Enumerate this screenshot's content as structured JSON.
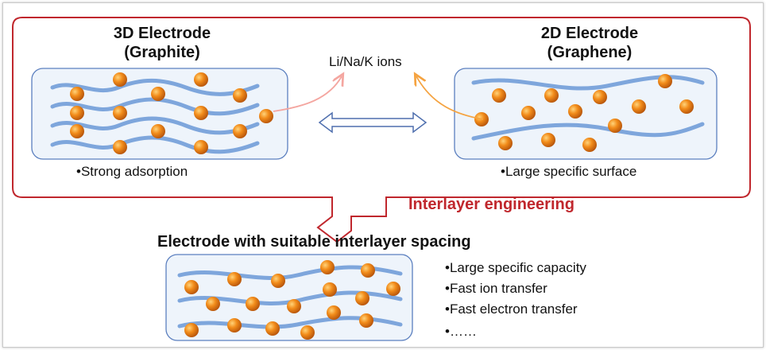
{
  "left_panel": {
    "title_line1": "3D Electrode",
    "title_line2": "(Graphite)",
    "feature": "•Strong adsorption"
  },
  "right_panel": {
    "title_line1": "2D Electrode",
    "title_line2": "(Graphene)",
    "feature": "•Large specific surface"
  },
  "ions_label": "Li/Na/K ions",
  "process_label": "Interlayer engineering",
  "bottom_panel": {
    "title": "Electrode with suitable interlayer spacing",
    "features": [
      "•Large specific capacity",
      "•Fast ion transfer",
      "•Fast electron transfer",
      "•……"
    ]
  },
  "colors": {
    "outline_red": "#c0272d",
    "layer_blue": "#7ea6dc",
    "box_blue": "#5b7fbf",
    "box_fill": "#eef4fb",
    "ion_orange": "#f28c1a",
    "arrow_pink": "#f4a6a0",
    "arrow_orange": "#f5a340"
  }
}
